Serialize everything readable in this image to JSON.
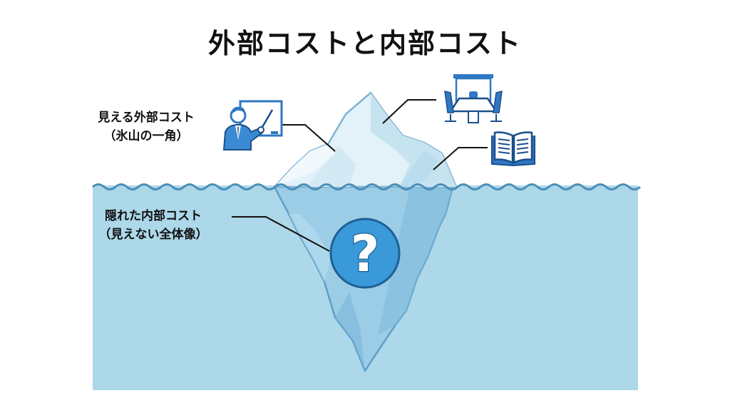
{
  "title": "外部コストと内部コスト",
  "labels": {
    "visible": {
      "line1": "見える外部コスト",
      "line2": "（氷山の一角）"
    },
    "hidden": {
      "line1": "隠れた内部コスト",
      "line2": "（見えない全体像）"
    }
  },
  "icons": {
    "teacher": "teacher-whiteboard-icon",
    "meeting": "meeting-room-icon",
    "book": "open-book-icon",
    "question": "question-mark-icon",
    "question_glyph": "?"
  },
  "colors": {
    "water": "#acd8e9",
    "wave": "#4a8fb8",
    "ice_light": "#e6f3f9",
    "ice_mid": "#c6e3f0",
    "ice_edge": "#7fb3d3",
    "ice_under": "#8cc3e0",
    "icon_blue": "#2f78c4",
    "icon_dark": "#1a4f8a",
    "question_fill": "#3a9ad9",
    "line": "#111111"
  }
}
